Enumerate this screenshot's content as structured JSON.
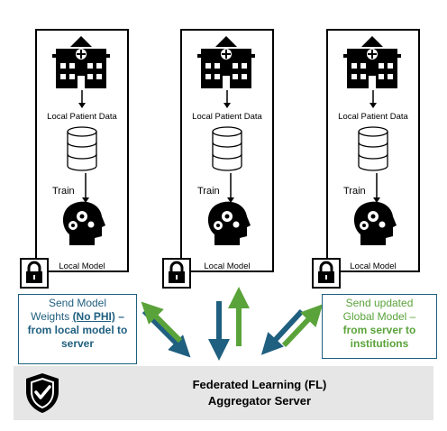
{
  "institutions": [
    {
      "data_label": "Local Patient Data",
      "train_label": "Train",
      "model_label": "Local Model"
    },
    {
      "data_label": "Local Patient Data",
      "train_label": "Train",
      "model_label": "Local Model"
    },
    {
      "data_label": "Local Patient Data",
      "train_label": "Train",
      "model_label": "Local Model"
    }
  ],
  "left_note": {
    "line1": "Send Model",
    "line2a": "Weights ",
    "line2b": "(No PHI)",
    "line2c": " –",
    "line3": "from local model to",
    "line4": "server"
  },
  "right_note": {
    "line1": "Send updated",
    "line2": "Global Model –",
    "line3": "from server to",
    "line4": "institutions"
  },
  "server": {
    "line1": "Federated Learning (FL)",
    "line2": "Aggregator Server"
  },
  "colors": {
    "upload": "#1f5f7f",
    "download": "#5aa33a",
    "server_bg": "#e6e6e6"
  }
}
